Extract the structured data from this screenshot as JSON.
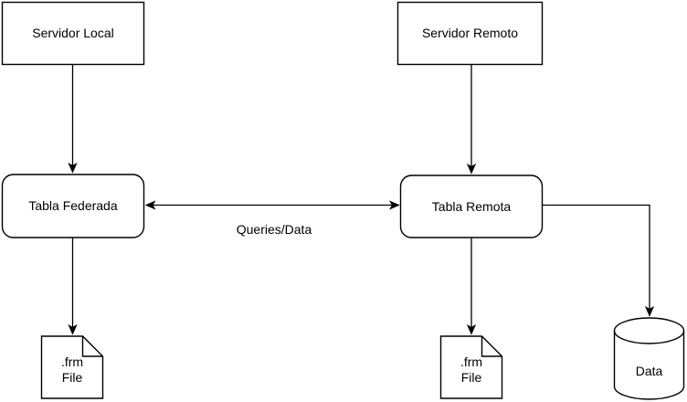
{
  "diagram": {
    "background_color": "#ffffff",
    "stroke_color": "#000000",
    "text_color": "#000000",
    "nodes": {
      "servidor_local": {
        "label": "Servidor Local",
        "shape": "rectangle"
      },
      "servidor_remoto": {
        "label": "Servidor Remoto",
        "shape": "rectangle"
      },
      "tabla_federada": {
        "label": "Tabla Federada",
        "shape": "rounded-rectangle"
      },
      "tabla_remota": {
        "label": "Tabla Remota",
        "shape": "rounded-rectangle"
      },
      "frm_file_local": {
        "line1": ".frm",
        "line2": "File",
        "shape": "document"
      },
      "frm_file_remote": {
        "line1": ".frm",
        "line2": "File",
        "shape": "document"
      },
      "data_cylinder": {
        "label": "Data",
        "shape": "cylinder"
      }
    },
    "edges": [
      {
        "from": "servidor_local",
        "to": "tabla_federada",
        "label": "",
        "bidirectional": false
      },
      {
        "from": "servidor_remoto",
        "to": "tabla_remota",
        "label": "",
        "bidirectional": false
      },
      {
        "from": "tabla_federada",
        "to": "tabla_remota",
        "label": "Queries/Data",
        "bidirectional": true
      },
      {
        "from": "tabla_federada",
        "to": "frm_file_local",
        "label": "",
        "bidirectional": false
      },
      {
        "from": "tabla_remota",
        "to": "frm_file_remote",
        "label": "",
        "bidirectional": false
      },
      {
        "from": "tabla_remota",
        "to": "data_cylinder",
        "label": "",
        "bidirectional": false
      }
    ]
  }
}
